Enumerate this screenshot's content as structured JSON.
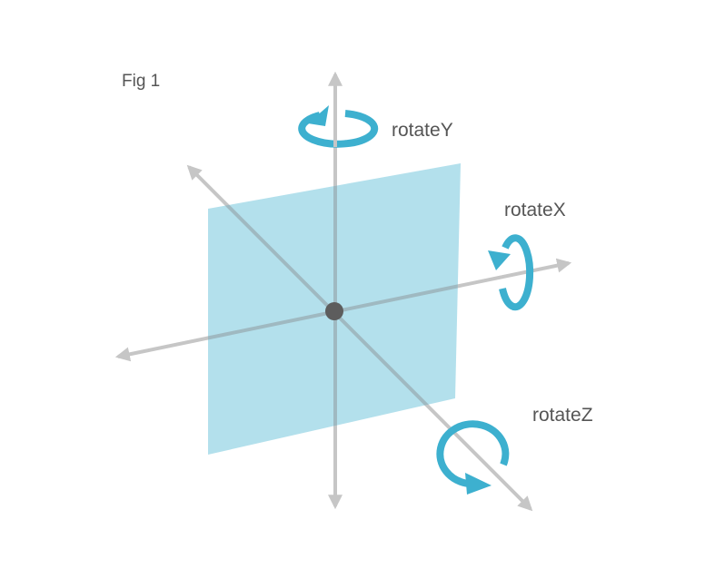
{
  "figure": {
    "label": "Fig 1"
  },
  "rotations": [
    {
      "axis": "Y",
      "label": "rotateY"
    },
    {
      "axis": "X",
      "label": "rotateX"
    },
    {
      "axis": "Z",
      "label": "rotateZ"
    }
  ],
  "colors": {
    "plane": "#b3e0ec",
    "axis": "#c6c6c6",
    "axis_on_plane": "#9fb9c1",
    "origin": "#5d5d5d",
    "rotation_arrow": "#3db0cf",
    "label_text": "#555555"
  },
  "icons": {
    "rotation_arrow": "circular-arrow-icon",
    "axis_head": "arrowhead-icon",
    "origin": "origin-dot-icon"
  }
}
